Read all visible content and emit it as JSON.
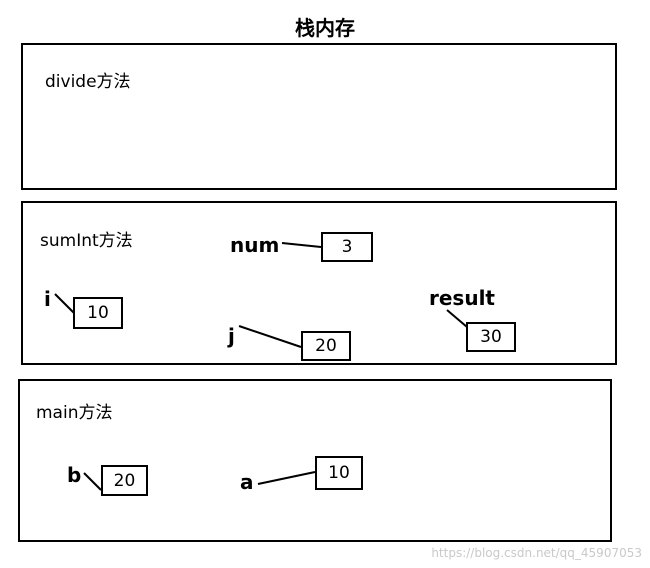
{
  "title": "栈内存",
  "frames": {
    "divide": {
      "label": "divide方法"
    },
    "sumint": {
      "label": "sumInt方法",
      "vars": {
        "num": {
          "name": "num",
          "value": "3"
        },
        "i": {
          "name": "i",
          "value": "10"
        },
        "j": {
          "name": "j",
          "value": "20"
        },
        "result": {
          "name": "result",
          "value": "30"
        }
      }
    },
    "main": {
      "label": "main方法",
      "vars": {
        "b": {
          "name": "b",
          "value": "20"
        },
        "a": {
          "name": "a",
          "value": "10"
        }
      }
    }
  },
  "watermark": "https://blog.csdn.net/qq_45907053"
}
